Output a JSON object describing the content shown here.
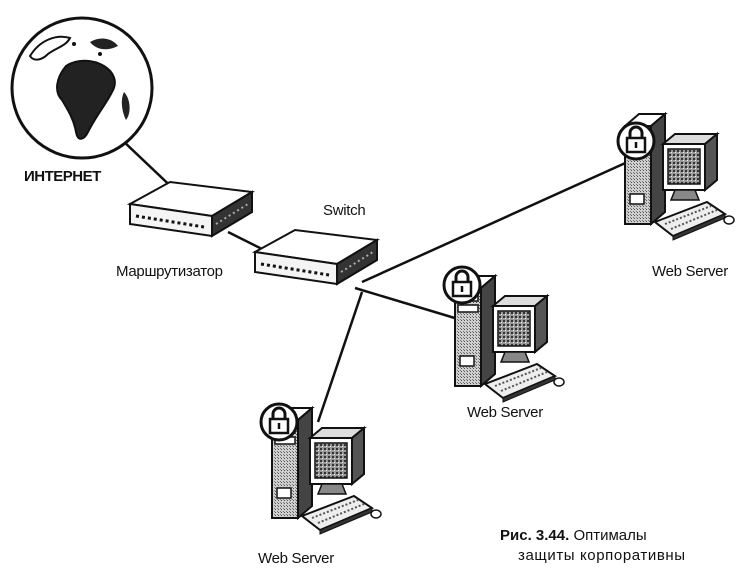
{
  "nodes": {
    "internet": "ИНТЕРНЕТ",
    "router": "Маршрутизатор",
    "switch": "Switch",
    "server_right": "Web Server",
    "server_middle": "Web Server",
    "server_bottom": "Web Server"
  },
  "caption": {
    "number": "Рис. 3.44.",
    "line1_text": "Оптималы",
    "line2_text": "защиты корпоративны"
  }
}
